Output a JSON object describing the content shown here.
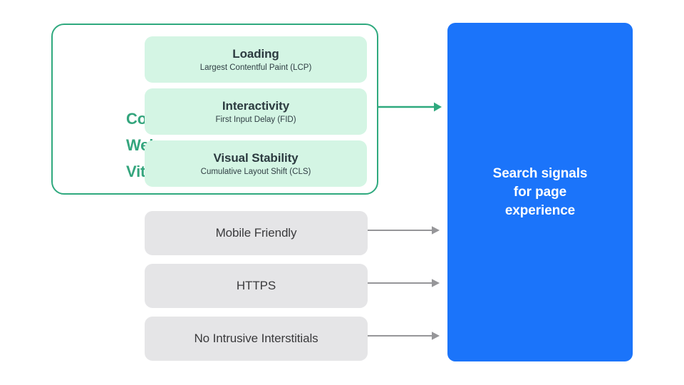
{
  "diagram": {
    "title": "Search signals for page experience",
    "colors": {
      "accent_green": "#34A57D",
      "card_green": "#D4F5E4",
      "card_gray": "#E5E5E7",
      "panel_blue": "#1B74FA",
      "arrow_gray": "#969699",
      "text_dark": "#2C3B40",
      "background": "#FFFFFF"
    },
    "core_web_vitals": {
      "group_label": "Core\nWeb\nVitals",
      "group_label_lines": [
        "Core",
        "Web",
        "Vitals"
      ],
      "metrics": [
        {
          "title": "Loading",
          "subtitle": "Largest Contentful Paint (LCP)",
          "abbr": "LCP"
        },
        {
          "title": "Interactivity",
          "subtitle": "First Input Delay (FID)",
          "abbr": "FID"
        },
        {
          "title": "Visual Stability",
          "subtitle": "Cumulative Layout Shift (CLS)",
          "abbr": "CLS"
        }
      ]
    },
    "other_signals": [
      {
        "label": "Mobile Friendly"
      },
      {
        "label": "HTTPS"
      },
      {
        "label": "No Intrusive Interstitials"
      }
    ],
    "destination": {
      "label": "Search signals\nfor page\nexperience",
      "label_lines": [
        "Search signals",
        "for page",
        "experience"
      ]
    },
    "arrows": [
      {
        "name": "core-web-vitals-to-search-signals",
        "color": "#2FA97E"
      },
      {
        "name": "mobile-friendly-to-search-signals",
        "color": "#969699"
      },
      {
        "name": "https-to-search-signals",
        "color": "#969699"
      },
      {
        "name": "no-intrusive-interstitials-to-search-signals",
        "color": "#969699"
      }
    ]
  }
}
